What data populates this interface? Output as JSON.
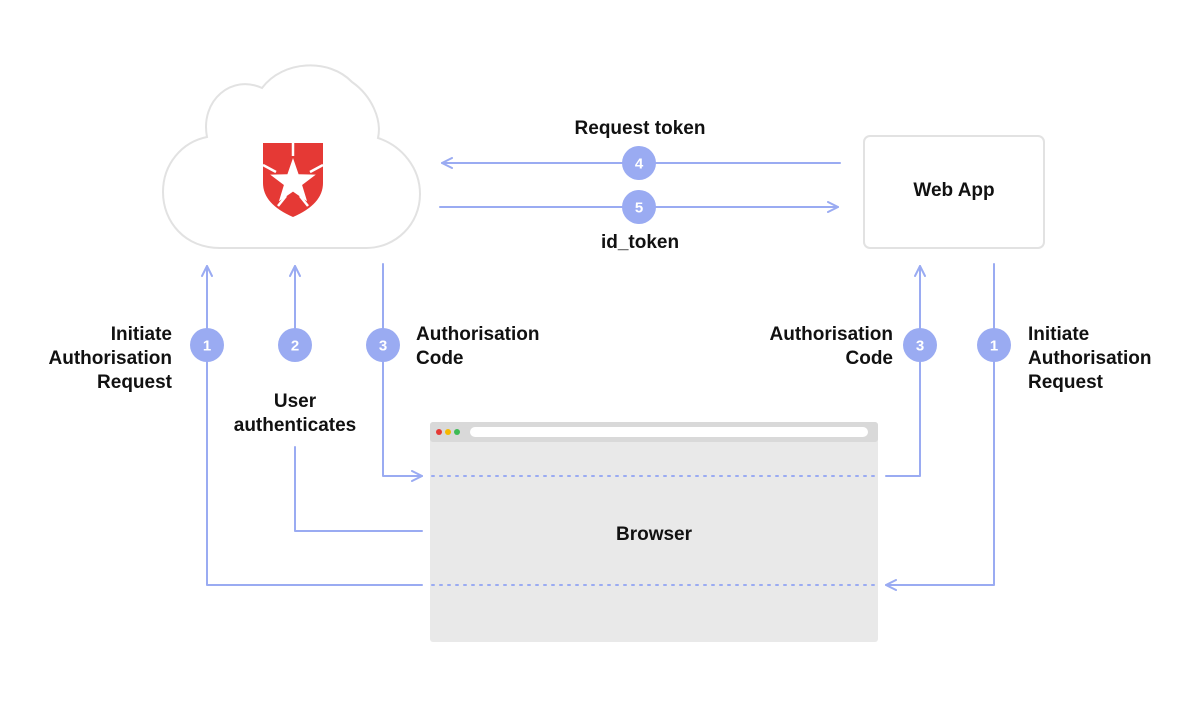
{
  "colors": {
    "connector": "#9aabf2",
    "badge": "#9aabf2",
    "badge_text": "#ffffff",
    "shield": "#e53935",
    "browser_body": "#e9e9e9",
    "browser_bar": "#d9d9d9",
    "outline": "#e2e2e2"
  },
  "icons": {
    "auth_server": "shield-star-icon",
    "window_dots": [
      "close-dot-icon",
      "minimize-dot-icon",
      "maximize-dot-icon"
    ]
  },
  "steps": {
    "request_token": {
      "number": "4",
      "label": "Request token"
    },
    "id_token": {
      "number": "5",
      "label": "id_token"
    },
    "initiate_left": {
      "number": "1",
      "label": "Initiate\nAuthorisation\nRequest"
    },
    "user_auth": {
      "number": "2",
      "label": "User\nauthenticates"
    },
    "auth_code_left": {
      "number": "3",
      "label": "Authorisation\nCode"
    },
    "auth_code_right": {
      "number": "3",
      "label": "Authorisation\nCode"
    },
    "initiate_right": {
      "number": "1",
      "label": "Initiate\nAuthorisation\nRequest"
    }
  },
  "nodes": {
    "web_app": "Web App",
    "browser": "Browser"
  }
}
